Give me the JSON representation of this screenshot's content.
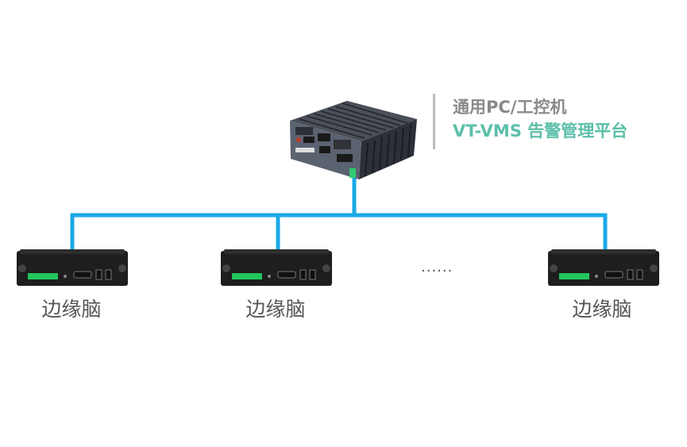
{
  "server": {
    "line1": "通用PC/工控机",
    "line2": "VT-VMS 告警管理平台"
  },
  "edge_devices": [
    {
      "label": "边缘脑"
    },
    {
      "label": "边缘脑"
    },
    {
      "label": "边缘脑"
    }
  ],
  "ellipsis": "......",
  "colors": {
    "connector": "#1aa9e6",
    "line1_text": "#8a8a8a",
    "line2_text": "#5cbfa9",
    "label_text": "#555555",
    "device_body": "#1e1e1e",
    "terminal_green": "#22c55e"
  },
  "icons": [
    "industrial-pc-icon",
    "edge-box-icon"
  ]
}
